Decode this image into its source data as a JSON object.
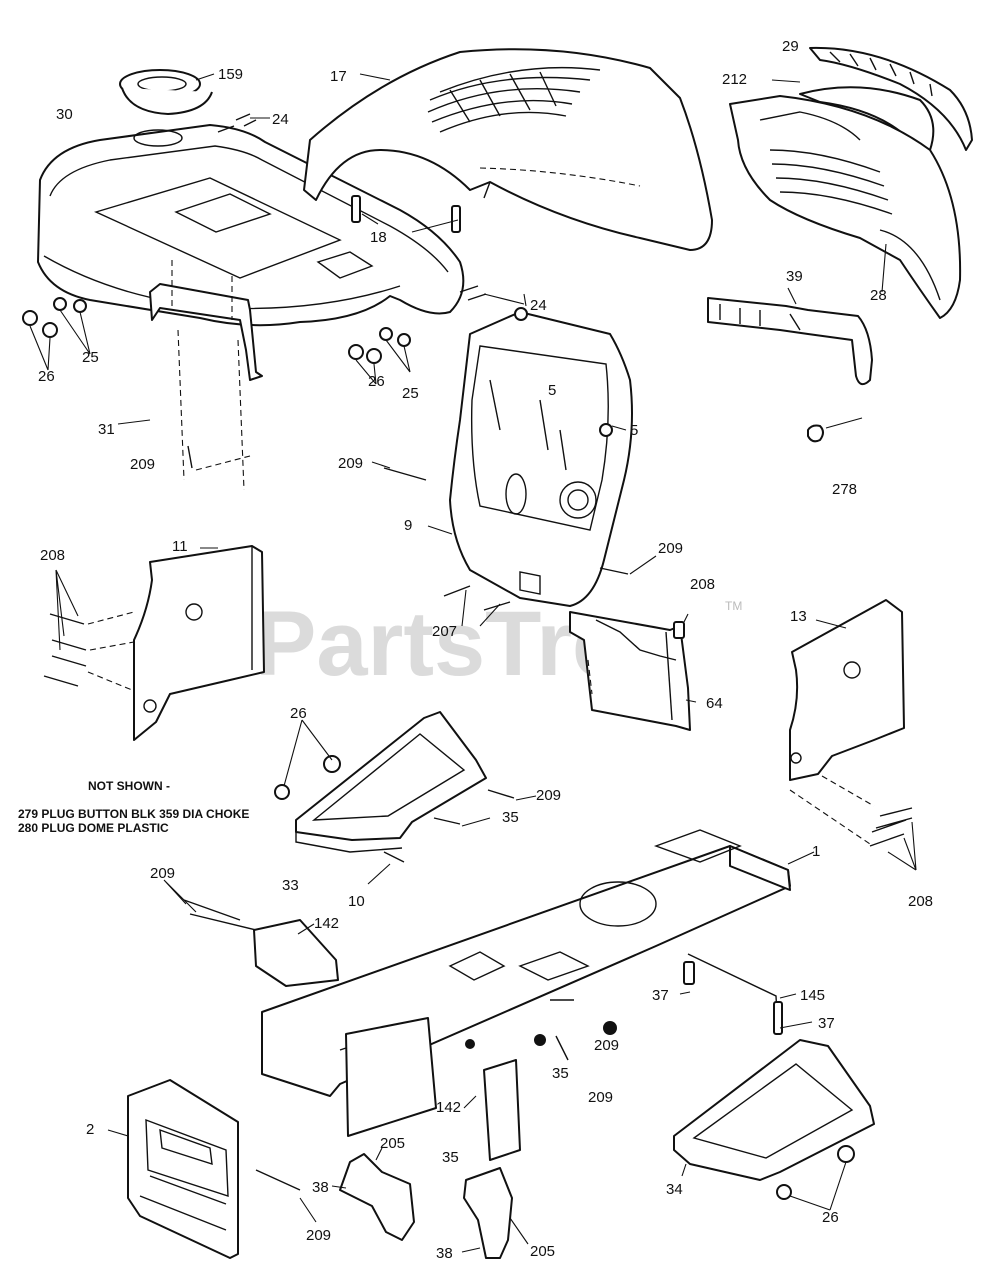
{
  "watermark": {
    "text": "PartsTree",
    "tm": "TM"
  },
  "note": {
    "title": "NOT SHOWN -",
    "lines": [
      "279 PLUG BUTTON BLK 359 DIA CHOKE",
      "280 PLUG DOME PLASTIC"
    ]
  },
  "callouts": {
    "c159": "159",
    "c17": "17",
    "c29": "29",
    "c212": "212",
    "c30": "30",
    "c24a": "24",
    "c18": "18",
    "c24b": "24",
    "c28": "28",
    "c26a": "26",
    "c25a": "25",
    "c26b": "26",
    "c25b": "25",
    "c39": "39",
    "c5a": "5",
    "c5b": "5",
    "c31": "31",
    "c209a": "209",
    "c209b": "209",
    "c278": "278",
    "c9": "9",
    "c209c": "209",
    "c208a": "208",
    "c11": "11",
    "c208b": "208",
    "c13": "13",
    "c207": "207",
    "c64": "64",
    "c26c": "26",
    "c209d": "209",
    "c35a": "35",
    "c33": "33",
    "c10": "10",
    "c1": "1",
    "c208c": "208",
    "c209e": "209",
    "c142a": "142",
    "c37a": "37",
    "c145": "145",
    "c37b": "37",
    "c209f": "209",
    "c35b": "35",
    "c142b": "142",
    "c209g": "209",
    "c2": "2",
    "c205a": "205",
    "c35c": "35",
    "c34": "34",
    "c38a": "38",
    "c209h": "209",
    "c26d": "26",
    "c38b": "38",
    "c205b": "205"
  }
}
